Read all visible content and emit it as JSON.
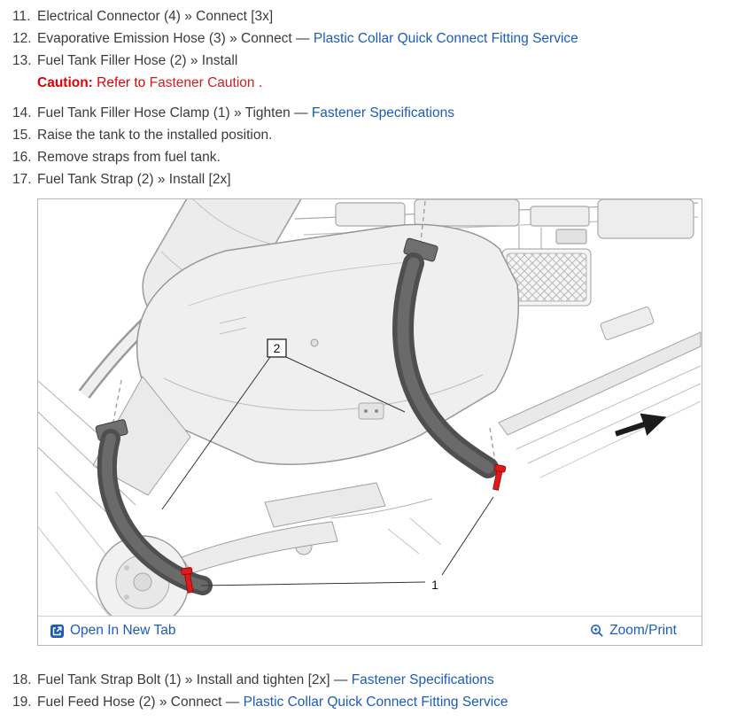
{
  "colors": {
    "link": "#1b5cbe",
    "caution": "#e00000",
    "text": "#3b3b3b",
    "border": "#b5b5b5"
  },
  "steps": {
    "s11": {
      "num": "11.",
      "text": "Electrical Connector (4) » Connect [3x]"
    },
    "s12": {
      "num": "12.",
      "text": "Evaporative Emission Hose (3) » Connect — ",
      "link": "Plastic Collar Quick Connect Fitting Service"
    },
    "s13": {
      "num": "13.",
      "text": "Fuel Tank Filler Hose (2) » Install",
      "caution_label": "Caution:",
      "caution_text": " Refer to ",
      "caution_link": "Fastener Caution",
      "caution_end": " ."
    },
    "s14": {
      "num": "14.",
      "text": "Fuel Tank Filler Hose Clamp (1) » Tighten — ",
      "link": "Fastener Specifications"
    },
    "s15": {
      "num": "15.",
      "text": "Raise the tank to the installed position."
    },
    "s16": {
      "num": "16.",
      "text": "Remove straps from fuel tank."
    },
    "s17": {
      "num": "17.",
      "text": "Fuel Tank Strap (2) » Install [2x]"
    },
    "s18": {
      "num": "18.",
      "text": "Fuel Tank Strap Bolt (1) » Install and tighten [2x] — ",
      "link": "Fastener Specifications"
    },
    "s19": {
      "num": "19.",
      "text": "Fuel Feed Hose (2) » Connect — ",
      "link": "Plastic Collar Quick Connect Fitting Service"
    }
  },
  "figure": {
    "callout_1": "1",
    "callout_2": "2",
    "open_link": "Open In New Tab",
    "zoom_link": "Zoom/Print"
  }
}
